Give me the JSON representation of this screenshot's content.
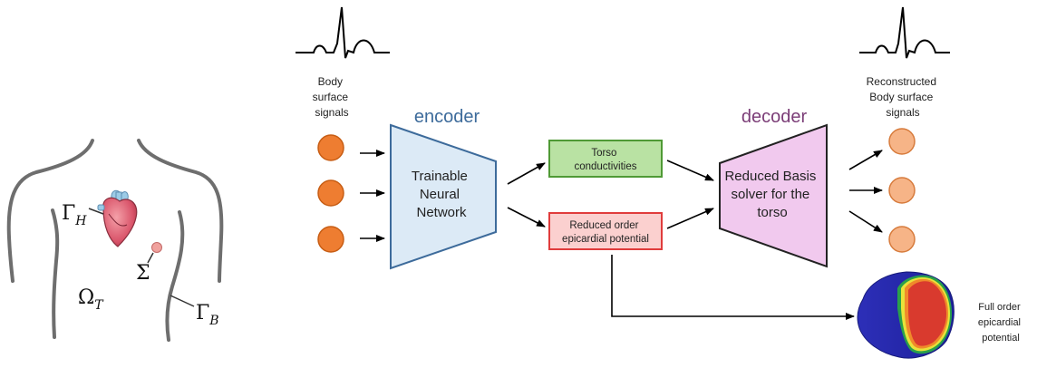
{
  "labels": {
    "body_surface_signals": [
      "Body",
      "surface",
      "signals"
    ],
    "encoder_title": "encoder",
    "encoder_body": [
      "Trainable",
      "Neural",
      "Network"
    ],
    "torso_box": [
      "Torso",
      "conductivities"
    ],
    "reduced_box": [
      "Reduced order",
      "epicardial potential"
    ],
    "decoder_title": "decoder",
    "decoder_body": [
      "Reduced Basis",
      "solver for the",
      "torso"
    ],
    "reconstructed": [
      "Reconstructed",
      "Body surface",
      "signals"
    ],
    "full_order": [
      "Full order",
      "epicardial",
      "potential"
    ]
  },
  "math": {
    "gamma_h": {
      "base": "Γ",
      "sub": "H"
    },
    "sigma": {
      "base": "Σ",
      "sub": ""
    },
    "omega_t": {
      "base": "Ω",
      "sub": "T"
    },
    "gamma_b": {
      "base": "Γ",
      "sub": "B"
    }
  },
  "colors": {
    "electrode": "#ee7d31",
    "electrode_light": "#f6b487",
    "encoder_fill": "#dceaf6",
    "encoder_stroke": "#3d6b9b",
    "encoder_text": "#3d6b9b",
    "decoder_fill": "#f1c9ee",
    "decoder_stroke": "#222222",
    "decoder_text": "#7b3d77",
    "torso_box_fill": "#b9e2a3",
    "torso_box_stroke": "#4f9a35",
    "reduced_box_fill": "#fbd0cf",
    "reduced_box_stroke": "#e03c3c",
    "torso_outline": "#6e6e6e"
  },
  "icons": {
    "heart": "anatomical-heart-icon",
    "ecg": "ecg-waveform-icon",
    "epicardium": "epicardial-potential-map"
  }
}
